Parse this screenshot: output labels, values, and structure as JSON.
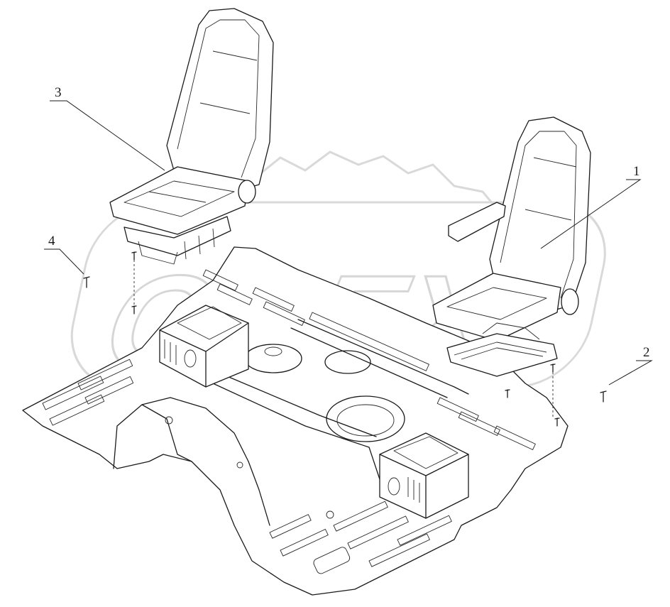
{
  "watermark": {
    "brand": "OREX"
  },
  "callouts": [
    {
      "id": "1",
      "label": "1"
    },
    {
      "id": "2",
      "label": "2"
    },
    {
      "id": "3",
      "label": "3"
    },
    {
      "id": "4",
      "label": "4"
    }
  ],
  "icons": [
    "bolt-icon",
    "gear-watermark-icon"
  ],
  "colors": {
    "line": "#1a1a1a",
    "watermark": "#d9d9d9",
    "background": "#ffffff"
  }
}
